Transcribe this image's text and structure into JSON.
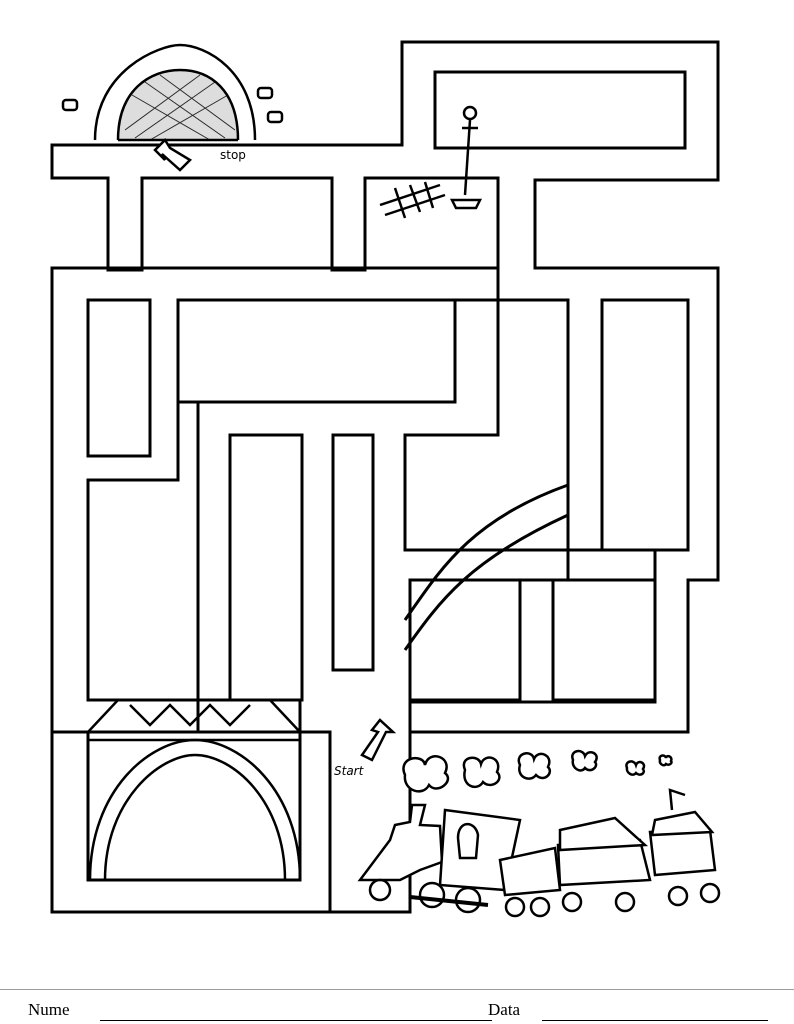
{
  "maze": {
    "stop_label": "stop",
    "start_label": "Start"
  },
  "footer": {
    "name_label": "Nume",
    "date_label": "Data"
  },
  "colors": {
    "line": "#000000",
    "background": "#ffffff"
  },
  "icons": [
    "tunnel-icon",
    "railroad-switch-icon",
    "bridge-icon",
    "train-icon",
    "steam-clouds-icon",
    "arrow-icon"
  ]
}
